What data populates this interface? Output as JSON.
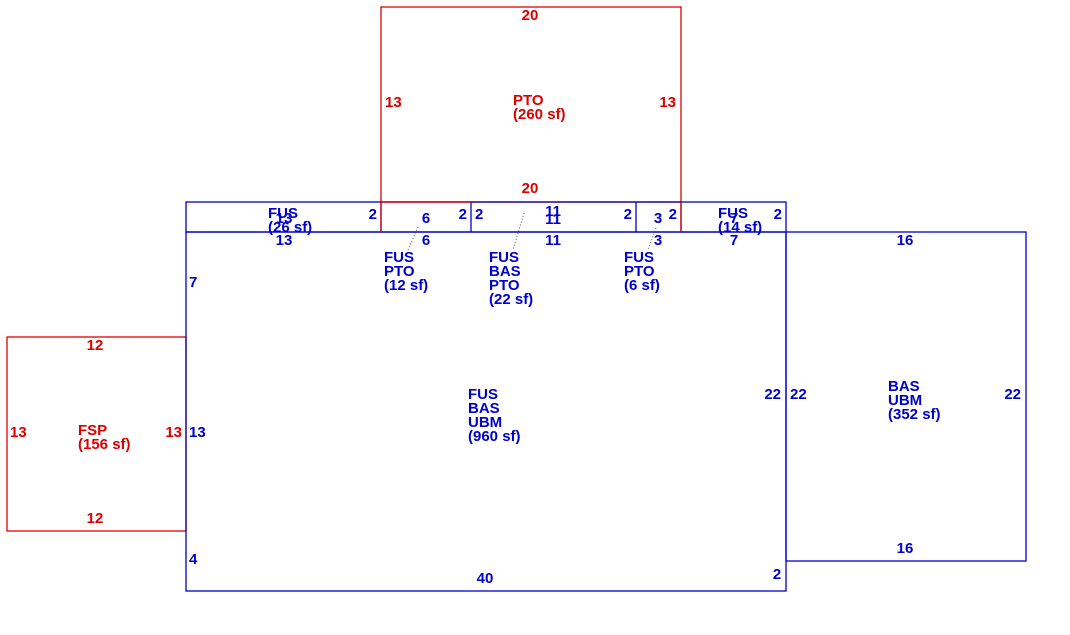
{
  "colors": {
    "blue": "#0000cc",
    "red": "#dd0000"
  },
  "areas": {
    "main": {
      "lines": [
        "FUS",
        "BAS",
        "UBM",
        "(960 sf)"
      ],
      "color": "blue"
    },
    "right": {
      "lines": [
        "BAS",
        "UBM",
        "(352 sf)"
      ],
      "color": "blue"
    },
    "porch": {
      "lines": [
        "PTO",
        "(260 sf)"
      ],
      "color": "red"
    },
    "fsp": {
      "lines": [
        "FSP",
        "(156 sf)"
      ],
      "color": "red"
    },
    "fus_left": {
      "lines": [
        "FUS",
        "(26 sf)"
      ],
      "color": "blue"
    },
    "fus_right": {
      "lines": [
        "FUS",
        "(14 sf)"
      ],
      "color": "blue"
    },
    "fus_pto_12": {
      "lines": [
        "FUS",
        "PTO",
        "(12 sf)"
      ],
      "color": "blue"
    },
    "fus_bas_pto_22": {
      "lines": [
        "FUS",
        "BAS",
        "PTO",
        "(22 sf)"
      ],
      "color": "blue"
    },
    "fus_pto_6": {
      "lines": [
        "FUS",
        "PTO",
        "(6 sf)"
      ],
      "color": "blue"
    }
  },
  "dimensions": {
    "main_bottom": "40",
    "main_right_bottom": "2",
    "main_left_top": "7",
    "main_left_mid": "13",
    "main_left_bottom": "4",
    "main_right": "22",
    "right_top": "16",
    "right_bottom": "16",
    "right_left": "22",
    "right_right": "22",
    "porch_top": "20",
    "porch_bottom": "20",
    "porch_left": "13",
    "porch_right": "13",
    "fsp_top": "12",
    "fsp_bottom": "12",
    "fsp_left": "13",
    "fsp_right": "13",
    "strip_left_bottom": "13",
    "strip_left_top": "13",
    "strip_left_right": "2",
    "strip_6_top": "6",
    "strip_6_bottom": "6",
    "strip_6_right": "2",
    "strip_11_left": "2",
    "strip_11_top_a": "11",
    "strip_11_top_b": "11",
    "strip_11_bottom": "11",
    "strip_11_right": "2",
    "strip_3_top": "3",
    "strip_3_bottom": "3",
    "strip_3_right": "2",
    "strip_right_top": "7",
    "strip_right_bottom": "7",
    "strip_right_right": "2"
  }
}
